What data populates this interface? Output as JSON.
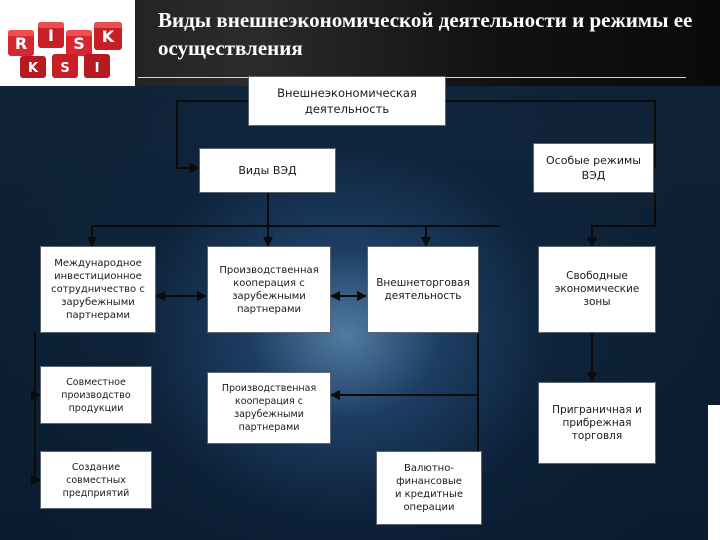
{
  "header": {
    "title": "Виды внешнеэкономической деятельности и режимы ее осуществления",
    "logo_text": "RISK"
  },
  "diagram": {
    "root": "Внешнеэкономическая\nдеятельность",
    "types": "Виды ВЭД",
    "special_regimes": "Особые режимы\nВЭД",
    "intl_investment": "Международное\nинвестиционное\nсотрудничество с\nзарубежными\nпартнерами",
    "production_coop_1": "Производственная\nкооперация с\nзарубежными\nпартнерами",
    "foreign_trade": "Внешнеторговая\nдеятельность",
    "free_zones": "Свободные\nэкономические\nзоны",
    "joint_production": "Совместное\nпроизводство\nпродукции",
    "production_coop_2": "Производственная\nкооперация с\nзарубежными\nпартнерами",
    "border_trade": "Приграничная и\nприбрежная\nторговля",
    "joint_ventures": "Создание\nсовместных\nпредприятий",
    "currency_ops": "Валютно-\nфинансовые\nи кредитные\nоперации"
  },
  "colors": {
    "background": "#0b1a2c",
    "line": "#0b0b0b",
    "box_fill": "#ffffff",
    "title_text": "#ffffff",
    "logo_red": "#d8262e"
  }
}
